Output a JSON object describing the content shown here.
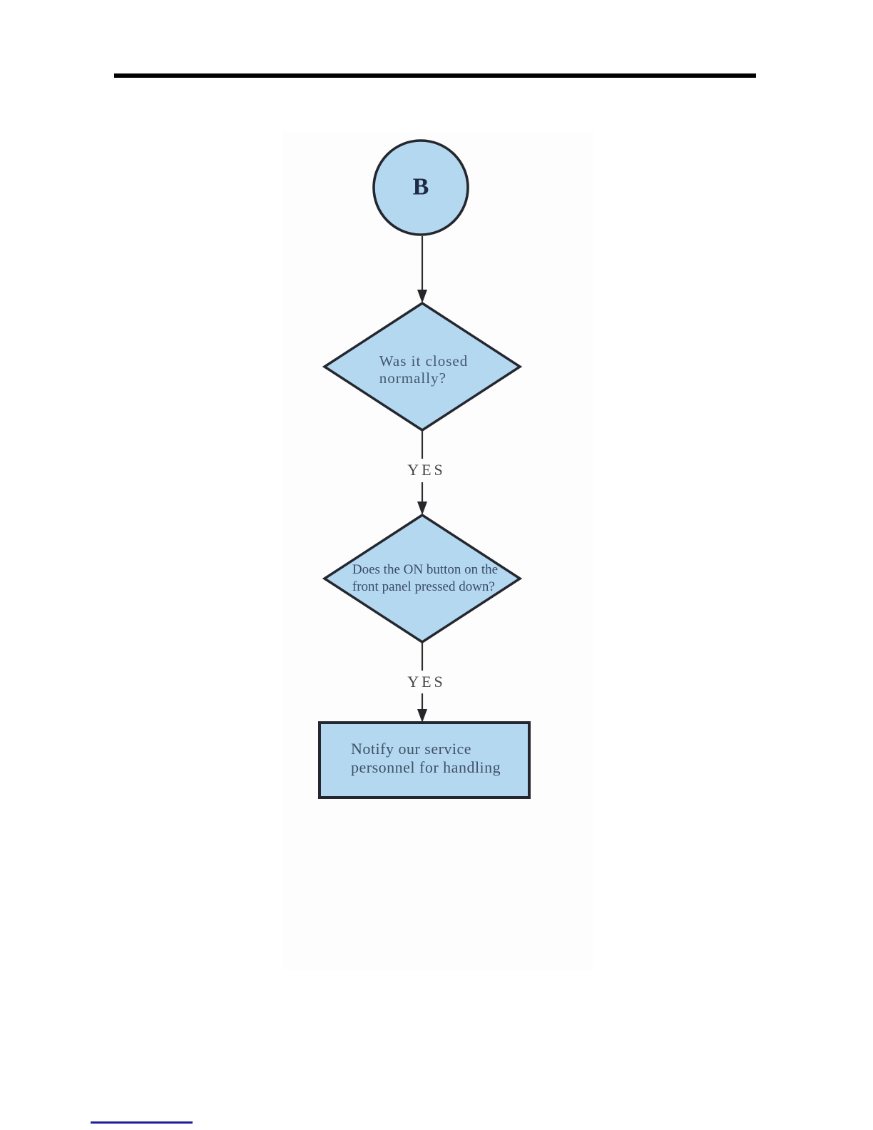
{
  "colors": {
    "shape_fill": "#b5d8f1",
    "shape_stroke": "#24272e",
    "arrow": "#2e2e2e",
    "node_text": "#44576d",
    "connector_text": "#1c2a44",
    "edge_label_text": "#474747",
    "top_rule": "#000000",
    "footer_link_rule": "#20209a"
  },
  "flowchart": {
    "nodes": [
      {
        "id": "start-b",
        "type": "connector-circle",
        "label": "B"
      },
      {
        "id": "decision-closed-normally",
        "type": "decision",
        "label": "Was it closed\nnormally?"
      },
      {
        "id": "decision-on-button",
        "type": "decision",
        "label": "Does the ON button on the\nfront panel pressed down?"
      },
      {
        "id": "process-notify-service",
        "type": "process",
        "label": "Notify our service\npersonnel for handling"
      }
    ],
    "edges": [
      {
        "from": "start-b",
        "to": "decision-closed-normally",
        "label": ""
      },
      {
        "from": "decision-closed-normally",
        "to": "decision-on-button",
        "label": "YES"
      },
      {
        "from": "decision-on-button",
        "to": "process-notify-service",
        "label": "YES"
      }
    ]
  }
}
